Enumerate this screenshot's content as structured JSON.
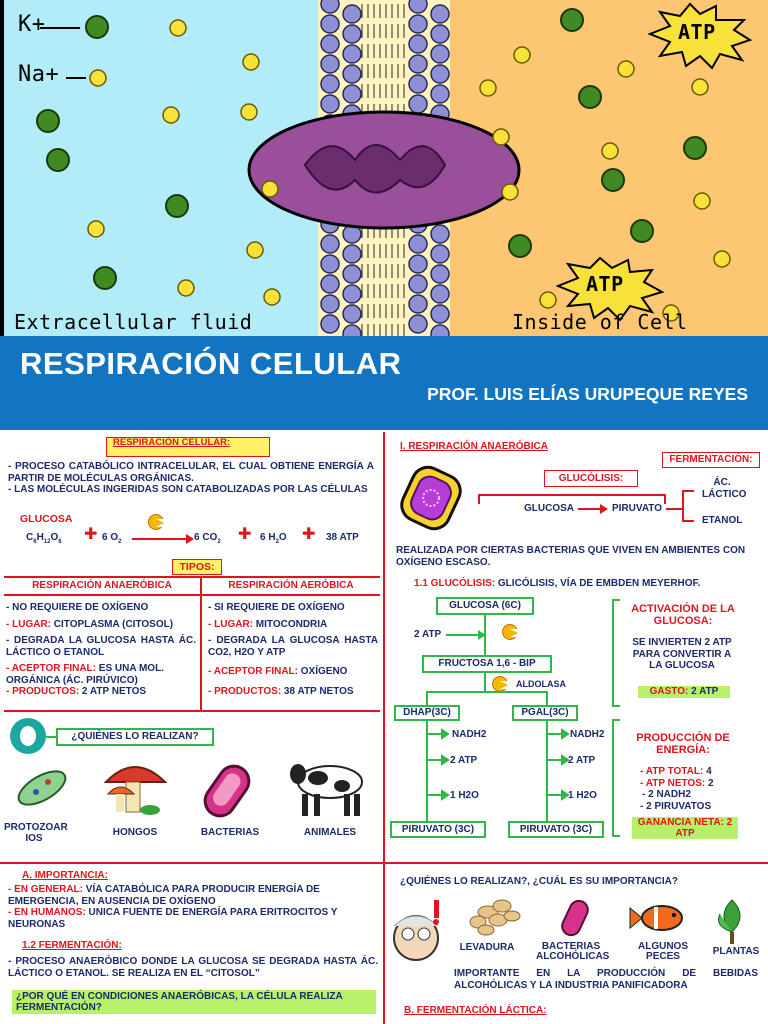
{
  "hero": {
    "k_label": "K+",
    "na_label": "Na+",
    "atp_top": "ATP",
    "atp_bottom": "ATP",
    "extracellular_label": "Extracellular fluid",
    "inside_label": "Inside of Cell"
  },
  "banner": {
    "title": "RESPIRACIÓN CELULAR",
    "author": "PROF. LUIS ELÍAS URUPEQUE REYES"
  },
  "left": {
    "def_title": "RESPIRACIÓN CELULAR:",
    "def_lines": [
      "- PROCESO CATABÓLICO INTRACELULAR, EL CUAL OBTIENE ENERGÍA A PARTIR DE MOLÉCULAS ORGÁNICAS.",
      "- LAS MOLÉCULAS INGERIDAS SON CATABOLIZADAS POR LAS CÉLULAS"
    ],
    "glucosa_label": "GLUCOSA",
    "eq_glucose": "C6H12O6",
    "eq_o2": "6 O2",
    "eq_co2": "6 CO2",
    "eq_h2o": "6 H2O",
    "eq_atp": "38 ATP",
    "tipos_label": "TIPOS:",
    "anaerobic_title": "RESPIRACIÓN ANAERÓBICA",
    "aerobic_title": "RESPIRACIÓN AERÓBICA",
    "anaerobic": {
      "l1": "- NO REQUIERE DE OXÍGENO",
      "l2_key": "- LUGAR:",
      "l2_val": " CITOPLASMA (CITOSOL)",
      "l3": "- DEGRADA LA GLUCOSA HASTA ÁC. LÁCTICO O ETANOL",
      "l4_key": "- ACEPTOR FINAL:",
      "l4_val": " ES UNA MOL. ORGÁNICA (ÁC. PIRÚVICO)",
      "l5_key": "- PRODUCTOS:",
      "l5_val": " 2 ATP NETOS"
    },
    "aerobic": {
      "l1": "- SI REQUIERE DE OXÍGENO",
      "l2_key": "- LUGAR:",
      "l2_val": " MITOCONDRIA",
      "l3": "- DEGRADA LA GLUCOSA HASTA CO2, H2O Y ATP",
      "l4_key": "- ACEPTOR FINAL:",
      "l4_val": " OXÍGENO",
      "l5_key": "- PRODUCTOS:",
      "l5_val": " 38 ATP NETOS"
    },
    "quienes": "¿QUIÉNES LO REALIZAN?",
    "organisms": [
      "PROTOZOAR IOS",
      "HONGOS",
      "BACTERIAS",
      "ANIMALES"
    ],
    "importancia_title": "A. IMPORTANCIA:",
    "imp1_key": "- EN GENERAL:",
    "imp1_val": " VÍA CATABÓLICA PARA PRODUCIR ENERGÍA DE EMERGENCIA, EN AUSENCIA DE OXÍGENO",
    "imp2_key": "- EN HUMANOS:",
    "imp2_val": " UNICA FUENTE DE ENERGÍA PARA ERITROCITOS Y NEURONAS",
    "ferm_title": "1.2 FERMENTACIÓN:",
    "ferm_text": "- PROCESO ANAERÓBICO DONDE LA GLUCOSA SE DEGRADA HASTA ÁC. LÁCTICO O ETANOL. SE REALIZA EN EL “CITOSOL”",
    "question": "¿POR QUÉ EN CONDICIONES ANAERÓBICAS, LA CÉLULA REALIZA FERMENTACIÓN?"
  },
  "right": {
    "section_title": "I. RESPIRACIÓN ANAERÓBICA",
    "fermentacion": "FERMENTACIÓN:",
    "glucolisis": "GLUCÓLISIS:",
    "glucosa": "GLUCOSA",
    "piruvato": "PIRUVATO",
    "lactico": "ÁC. LÁCTICO",
    "etanol": "ETANOL",
    "bacterias_text": "REALIZADA POR CIERTAS BACTERIAS QUE VIVEN EN AMBIENTES CON OXÍGENO ESCASO.",
    "sub11_key": "1.1 GLUCÓLISIS:",
    "sub11_val": " GLICÓLISIS, VÍA DE EMBDEN MEYERHOF.",
    "glucosa6c": "GLUCOSA (6C)",
    "atp2": "2 ATP",
    "fructosa": "FRUCTOSA 1,6 - BIP",
    "aldolasa": "ALDOLASA",
    "dhap": "DHAP(3C)",
    "pgal": "PGAL(3C)",
    "nadh2": "NADH2",
    "atp2b": "2 ATP",
    "h2o": "1 H2O",
    "piruvato3c": "PIRUVATO (3C)",
    "activacion_title": "ACTIVACIÓN DE LA GLUCOSA:",
    "activacion_text": "SE INVIERTEN 2 ATP PARA CONVERTIR A LA GLUCOSA",
    "gasto_key": "GASTO:",
    "gasto_val": " 2 ATP",
    "produccion_title": "PRODUCCIÓN DE ENERGÍA:",
    "prod1_key": "- ATP TOTAL:",
    "prod1_val": " 4",
    "prod2_key": "- ATP NETOS:",
    "prod2_val": " 2",
    "prod3": "- 2 NADH2",
    "prod4": "- 2 PIRUVATOS",
    "ganancia": "GANANCIA NETA: 2 ATP",
    "quienes2": "¿QUIÉNES LO REALIZAN?, ¿CUÁL ES SU IMPORTANCIA?",
    "organisms2": [
      "LEVADURA",
      "BACTERIAS ALCOHÓLICAS",
      "ALGUNOS PECES",
      "PLANTAS"
    ],
    "importante": "IMPORTANTE EN LA PRODUCCIÓN DE BEBIDAS ALCOHÓLICAS Y LA INDUSTRIA PANIFICADORA",
    "lactica": "B. FERMENTACIÓN LÁCTICA:"
  }
}
